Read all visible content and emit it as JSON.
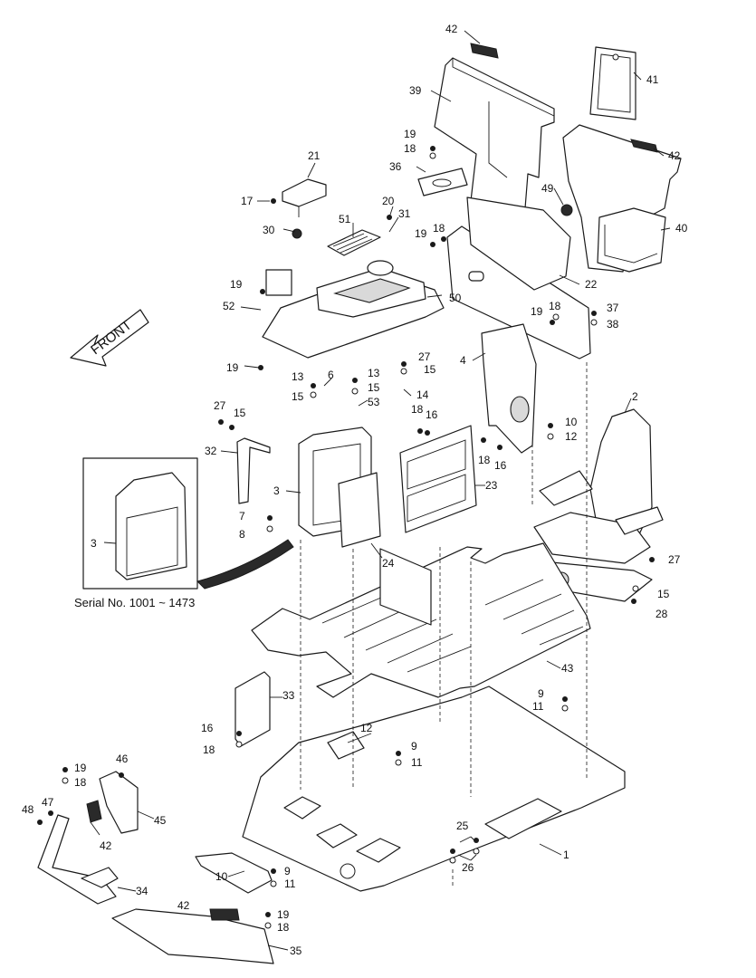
{
  "diagram": {
    "direction_label": "FRONT",
    "inset_caption": "Serial No. 1001 ~ 1473",
    "inset_part_number": "3",
    "part_numbers": [
      "1",
      "2",
      "3",
      "4",
      "6",
      "7",
      "8",
      "9",
      "10",
      "11",
      "12",
      "13",
      "14",
      "15",
      "16",
      "17",
      "18",
      "19",
      "20",
      "21",
      "22",
      "23",
      "24",
      "25",
      "26",
      "27",
      "28",
      "30",
      "31",
      "32",
      "33",
      "34",
      "35",
      "36",
      "37",
      "38",
      "39",
      "40",
      "41",
      "42",
      "43",
      "45",
      "46",
      "47",
      "48",
      "49",
      "50",
      "51",
      "52",
      "53"
    ]
  }
}
